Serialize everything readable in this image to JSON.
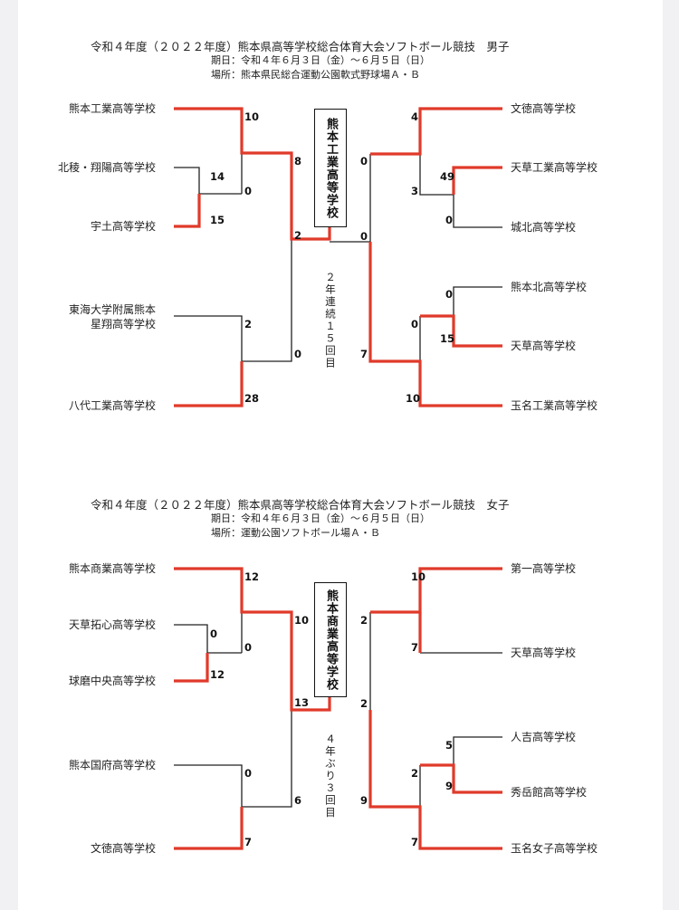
{
  "colors": {
    "winner": "#e03a2a",
    "normal": "#222222"
  },
  "brackets": [
    {
      "title": "令和４年度（２０２２年度）熊本県高等学校総合体育大会ソフトボール競技　男子",
      "period": "期日：令和４年６月３日（金）～６月５日（日）",
      "venue": "場所：熊本県民総合運動公園軟式野球場Ａ・Ｂ",
      "champion": "熊本工業高等学校",
      "note": "２年連続１５回目",
      "left_teams": [
        "熊本工業高等学校",
        "北稜・翔陽高等学校",
        "宇土高等学校",
        "東海大学附属熊本\n星翔高等学校",
        "八代工業高等学校"
      ],
      "right_teams": [
        "文徳高等学校",
        "天草工業高等学校",
        "城北高等学校",
        "熊本北高等学校",
        "天草高等学校",
        "玉名工業高等学校"
      ],
      "scores": {
        "l_first_a": "14",
        "l_first_b": "15",
        "l_qf_t1": "10",
        "l_qf_w": "0",
        "l_qf_t4": "2",
        "l_qf_t5": "28",
        "l_sf_top": "8",
        "l_sf_bot": "0",
        "l_final": "2",
        "r_first_a": "49",
        "r_first_b": "0",
        "r_first_c": "0",
        "r_first_d": "15",
        "r_qf_t1": "4",
        "r_qf_w1": "3",
        "r_qf_w2": "0",
        "r_qf_t6": "10",
        "r_sf_top": "0",
        "r_sf_bot": "7",
        "r_final": "0"
      }
    },
    {
      "title": "令和４年度（２０２２年度）熊本県高等学校総合体育大会ソフトボール競技　女子",
      "period": "期日：令和４年６月３日（金）～６月５日（日）",
      "venue": "場所：運動公園ソフトボール場Ａ・Ｂ",
      "champion": "熊本商業高等学校",
      "note": "４年ぶり３回目",
      "left_teams": [
        "熊本商業高等学校",
        "天草拓心高等学校",
        "球磨中央高等学校",
        "熊本国府高等学校",
        "文徳高等学校"
      ],
      "right_teams": [
        "第一高等学校",
        "天草高等学校",
        "人吉高等学校",
        "秀岳館高等学校",
        "玉名女子高等学校"
      ],
      "scores": {
        "l_first_a": "0",
        "l_first_b": "12",
        "l_qf_t1": "12",
        "l_qf_w": "0",
        "l_qf_t4": "0",
        "l_qf_t5": "7",
        "l_sf_top": "10",
        "l_sf_bot": "6",
        "l_final": "13",
        "r_qf_t1": "10",
        "r_qf_t2": "7",
        "r_first_a": "5",
        "r_first_b": "9",
        "r_qf_w": "2",
        "r_qf_t5": "7",
        "r_sf_top": "2",
        "r_sf_bot": "9",
        "r_final": "2"
      }
    }
  ]
}
